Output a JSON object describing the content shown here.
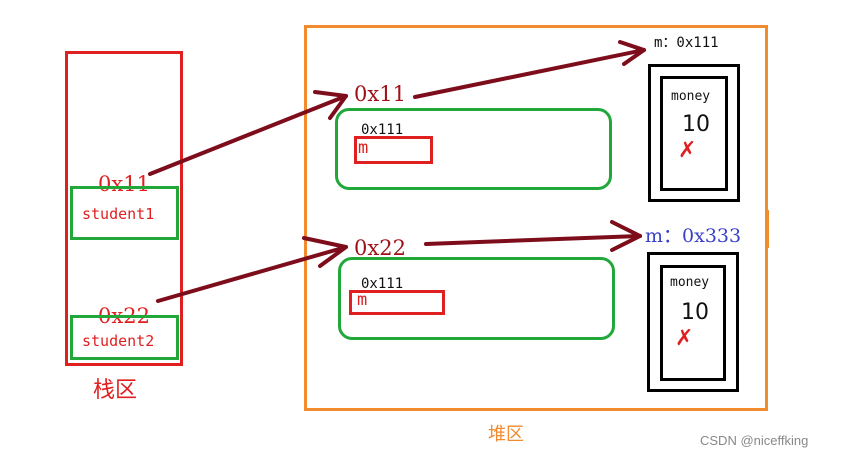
{
  "stack": {
    "title": "栈区",
    "slot1": {
      "address": "0x11",
      "var_name": "student1"
    },
    "slot2": {
      "address": "0x22",
      "var_name": "student2"
    }
  },
  "heap": {
    "title": "堆区",
    "object1": {
      "address": "0x11",
      "field_value": "0x111",
      "field_name": "m"
    },
    "object2": {
      "address": "0x22",
      "field_value": "0x111",
      "field_name": "m"
    },
    "money1": {
      "label": "m：0x111",
      "title": "money",
      "value": "10"
    },
    "money2": {
      "label": "m：0x333",
      "title": "money",
      "value": "10"
    }
  },
  "watermark": "CSDN @niceffking",
  "colors": {
    "stack_border": "#e02020",
    "heap_border": "#f28a2e",
    "object_border": "#22a83a",
    "arrow": "#7e0d1c",
    "highlight_text": "#3a3fc8"
  }
}
